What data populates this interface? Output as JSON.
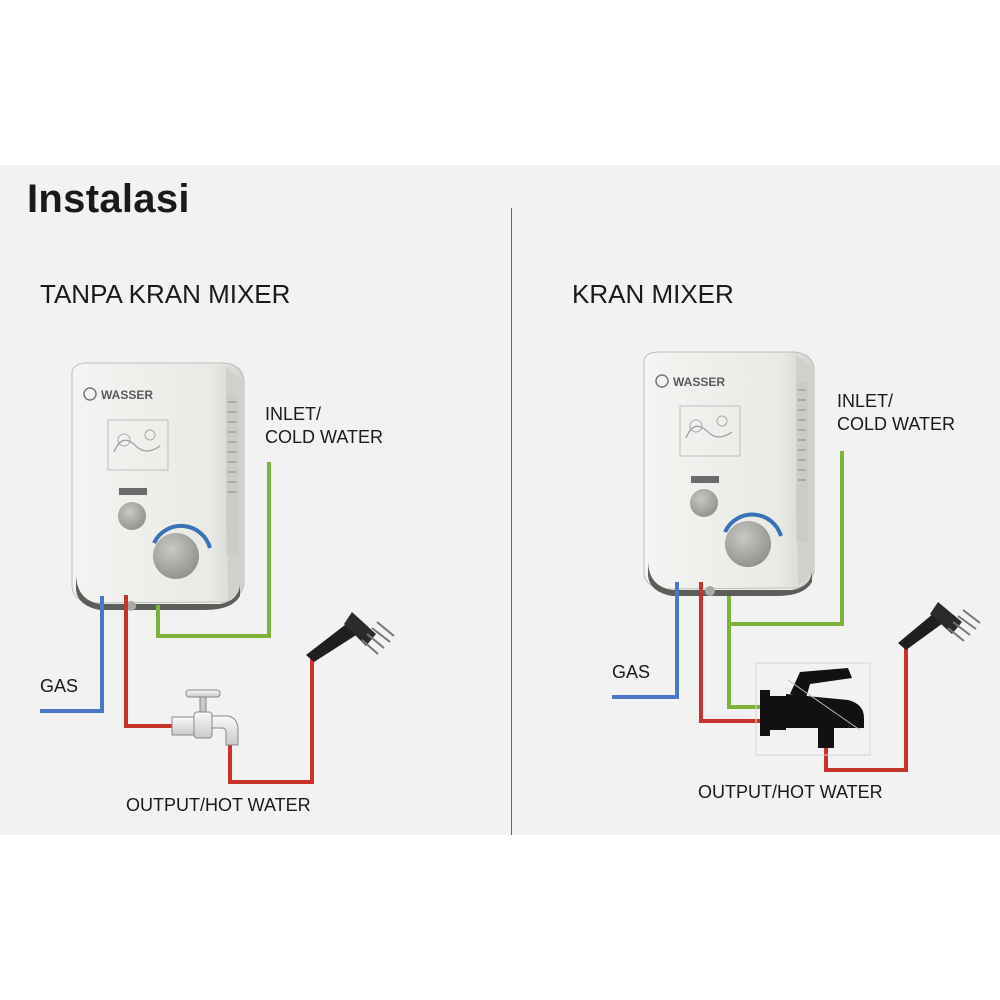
{
  "title": "Instalasi",
  "left": {
    "subtitle": "TANPA KRAN MIXER",
    "brand": "WASSER",
    "inlet_line1": "INLET/",
    "inlet_line2": "COLD WATER",
    "gas": "GAS",
    "output": "OUTPUT/HOT WATER"
  },
  "right": {
    "subtitle": "KRAN MIXER",
    "brand": "WASSER",
    "inlet_line1": "INLET/",
    "inlet_line2": "COLD WATER",
    "gas": "GAS",
    "output": "OUTPUT/HOT WATER"
  },
  "colors": {
    "gas_pipe": "#4a78c4",
    "hot_pipe": "#c8342c",
    "cold_pipe": "#7fb23a",
    "divider": "#4a6a9a"
  }
}
